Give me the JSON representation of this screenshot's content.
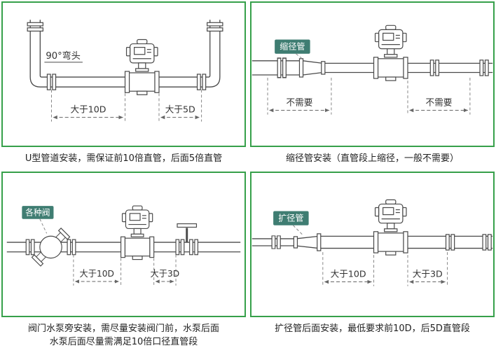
{
  "colors": {
    "panel_border": "#36a04a",
    "tag_bg": "#3f7d72",
    "line": "#4a4a4a",
    "dim": "#666666",
    "text": "#222222"
  },
  "panels": {
    "u_pipe": {
      "elbow_label": "90°弯头",
      "dim_left": "大于10D",
      "dim_right": "大于5D",
      "caption": "U型管道安装，需保证前10倍直管，后面5倍直管"
    },
    "reducer": {
      "tag": "缩径管",
      "dim_left": "不需要",
      "dim_right": "不需要",
      "caption": "缩径管安装（直管段上缩径，一般不需要）"
    },
    "valve": {
      "tag": "各种阀",
      "dim_left": "大于10D",
      "dim_right": "大于3D",
      "caption_line1": "阀门水泵旁安装，需尽量安装阀门前，水泵后面",
      "caption_line2": "水泵后面尽量需满足10倍口径直管段"
    },
    "expander": {
      "tag": "扩径管",
      "dim_left": "大于10D",
      "dim_right": "大于3D",
      "caption": "扩径管后面安装，最低要求前10D，后5D直管段"
    }
  }
}
